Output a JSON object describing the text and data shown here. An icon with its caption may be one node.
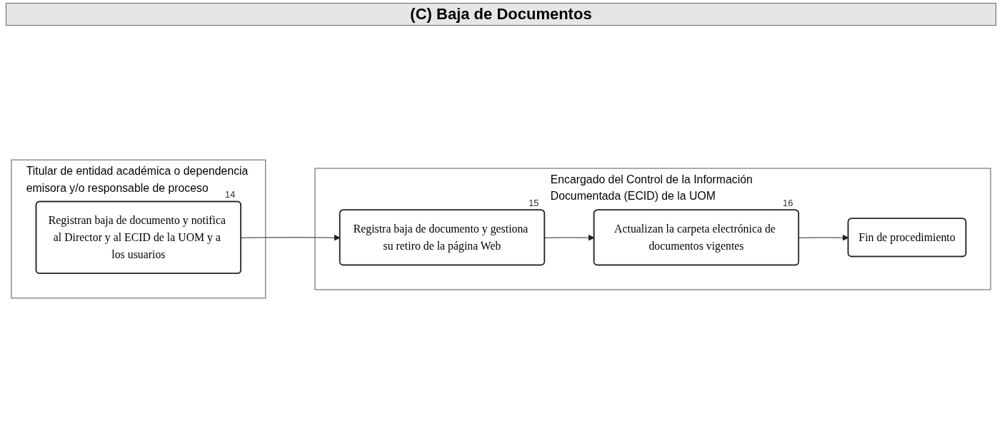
{
  "diagram": {
    "title": "(C) Baja de Documentos",
    "nodes": [
      {
        "text": [
          "Titular de entidad académica o dependencia emisora y/o responsable de proceso"
        ]
      },
      {
        "text": [
          "Encargado del Control de la Información Documentada (ECID) de la UOM"
        ]
      },
      {
        "text": [
          "Registran baja de documento y notifica al Director y al ECID de la UOM y a los usuarios"
        ],
        "in": 0,
        "beside": [
          "14"
        ]
      },
      {
        "text": [
          "Registra baja de documento y gestiona su retiro de la página Web"
        ],
        "in": 1,
        "beside": [
          "15"
        ]
      },
      {
        "text": [
          "Actualizan la carpeta electrónica de documentos vigentes"
        ],
        "in": 1,
        "beside": [
          "16"
        ]
      },
      {
        "text": [
          "Fin de procedimiento"
        ],
        "in": 1
      }
    ],
    "edges": [
      {
        "from": 2,
        "to": 3,
        "arrow": "to"
      },
      {
        "from": 3,
        "to": 4,
        "arrow": "to"
      },
      {
        "from": 4,
        "to": 5,
        "arrow": "to"
      }
    ]
  }
}
